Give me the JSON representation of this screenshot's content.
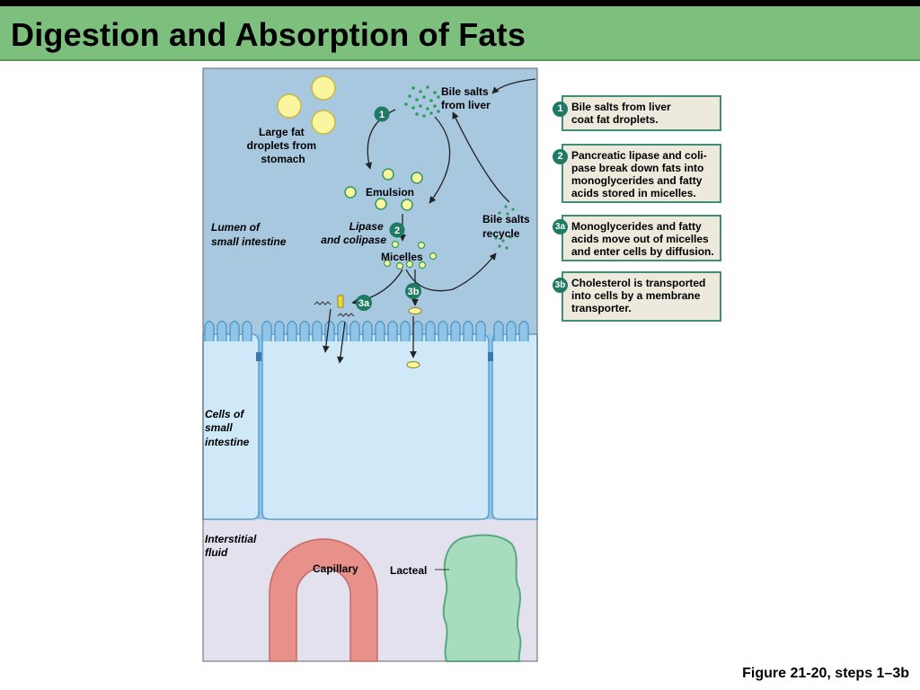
{
  "slide": {
    "title": "Digestion and Absorption of Fats",
    "caption": "Figure 21-20, steps 1–3b"
  },
  "diagram": {
    "labels": {
      "large_fat": [
        "Large fat",
        "droplets from",
        "stomach"
      ],
      "bile_salts_liver": [
        "Bile salts",
        "from liver"
      ],
      "emulsion": "Emulsion",
      "lipase": [
        "Lipase",
        "and colipase"
      ],
      "micelles": "Micelles",
      "bile_recycle": [
        "Bile salts",
        "recycle"
      ],
      "lumen": [
        "Lumen of",
        "small intestine"
      ],
      "cells": [
        "Cells of",
        "small",
        "intestine"
      ],
      "interstitial": [
        "Interstitial",
        "fluid"
      ],
      "capillary": "Capillary",
      "lacteal": "Lacteal"
    },
    "steps": [
      "1",
      "2",
      "3a",
      "3b"
    ]
  },
  "legend": [
    {
      "step": "1",
      "text": "Bile salts from liver\ncoat fat droplets."
    },
    {
      "step": "2",
      "text": "Pancreatic lipase and coli-\npase break down fats into\nmonoglycerides and fatty\nacids stored in micelles."
    },
    {
      "step": "3a",
      "text": "Monoglycerides and fatty\nacids move out of micelles\nand enter cells by diffusion."
    },
    {
      "step": "3b",
      "text": "Cholesterol is transported\ninto cells by a membrane\ntransporter."
    }
  ],
  "colors": {
    "title_band": "#7dbf7d",
    "lumen": "#a8c8e0",
    "cell": "#cfe9f8",
    "interstitial": "#e4e1ef",
    "capillary": "#e8918a",
    "lacteal": "#a8dcbf",
    "step_badge": "#1f7a63",
    "fat_droplet": "#fbf5a0",
    "bile_dots": "#2f9a5a"
  }
}
